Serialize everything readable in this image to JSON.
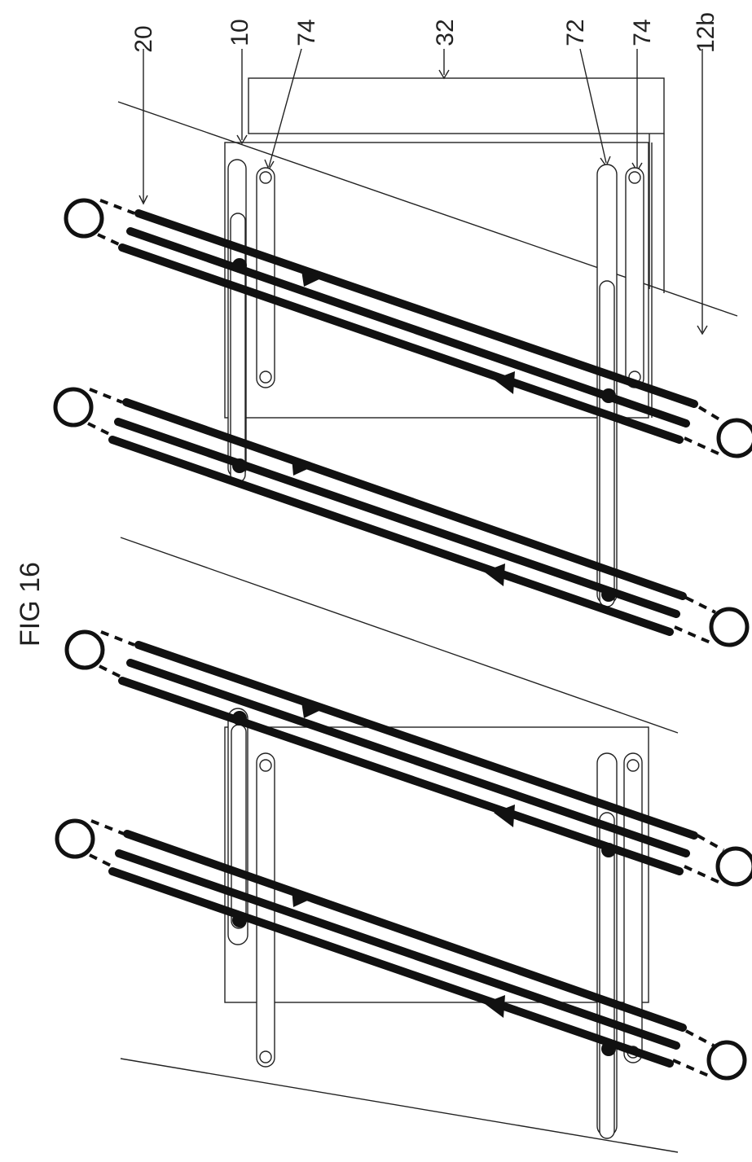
{
  "figure": {
    "title": "FIG 16",
    "labels": {
      "belt": "20",
      "frame": "10",
      "guide_slot_a": "74",
      "head": "32",
      "slot": "72",
      "guide_slot_b": "74",
      "web": "12b"
    }
  }
}
